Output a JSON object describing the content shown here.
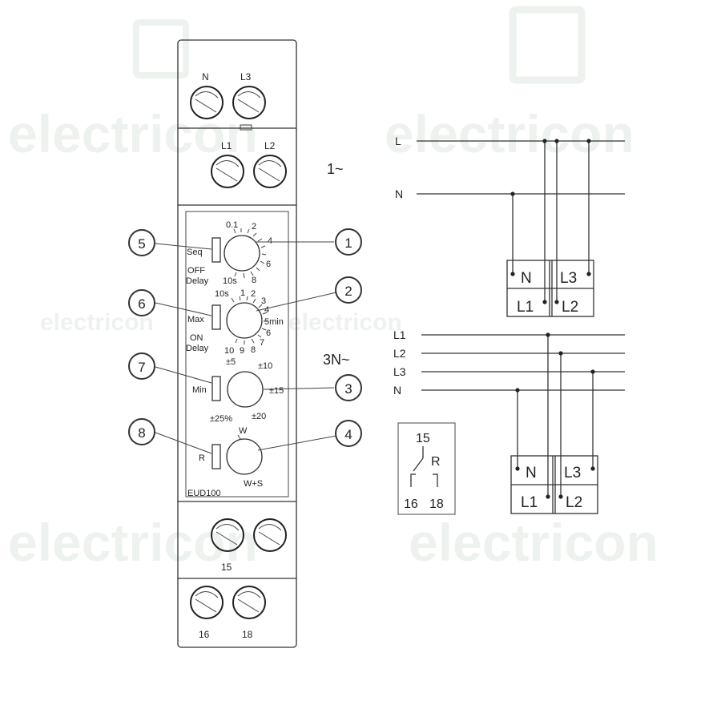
{
  "watermark": {
    "text": "electricon"
  },
  "device": {
    "model": "EUD100",
    "terminals": {
      "N": "N",
      "L3": "L3",
      "L1": "L1",
      "L2": "L2",
      "t15": "15",
      "t16": "16",
      "t18": "18"
    },
    "knob1": {
      "label_left": "Seq",
      "label_off": "OFF",
      "label_delay": "Delay",
      "ticks": [
        "0.1",
        "2",
        "4",
        "6",
        "8",
        "10s"
      ]
    },
    "knob2": {
      "label_left": "Max",
      "label_on": "ON",
      "label_delay": "Delay",
      "ticks_top": [
        "10s",
        "1",
        "2",
        "3",
        "4"
      ],
      "unit": "5min",
      "ticks_bottom": [
        "6",
        "7",
        "8",
        "9",
        "10"
      ]
    },
    "knob3": {
      "label_left": "Min",
      "ticks": [
        "±5",
        "±10",
        "±15",
        "±20",
        "±25%"
      ]
    },
    "knob4": {
      "label_left": "R",
      "ticks": [
        "W",
        "W+S"
      ]
    }
  },
  "callouts": [
    "1",
    "2",
    "3",
    "4",
    "5",
    "6",
    "7",
    "8"
  ],
  "scheme1": {
    "label": "1~",
    "lines": [
      "L",
      "N"
    ],
    "terminals": [
      "N",
      "L3",
      "L1",
      "L2"
    ]
  },
  "scheme2": {
    "label": "3N~",
    "lines": [
      "L1",
      "L2",
      "L3",
      "N"
    ],
    "terminals": [
      "N",
      "L3",
      "L1",
      "L2"
    ]
  },
  "contact": {
    "common": "15",
    "relay": "R",
    "nc": "16",
    "no": "18"
  },
  "colors": {
    "stroke": "#333333",
    "watermark": "#eef2ee"
  }
}
